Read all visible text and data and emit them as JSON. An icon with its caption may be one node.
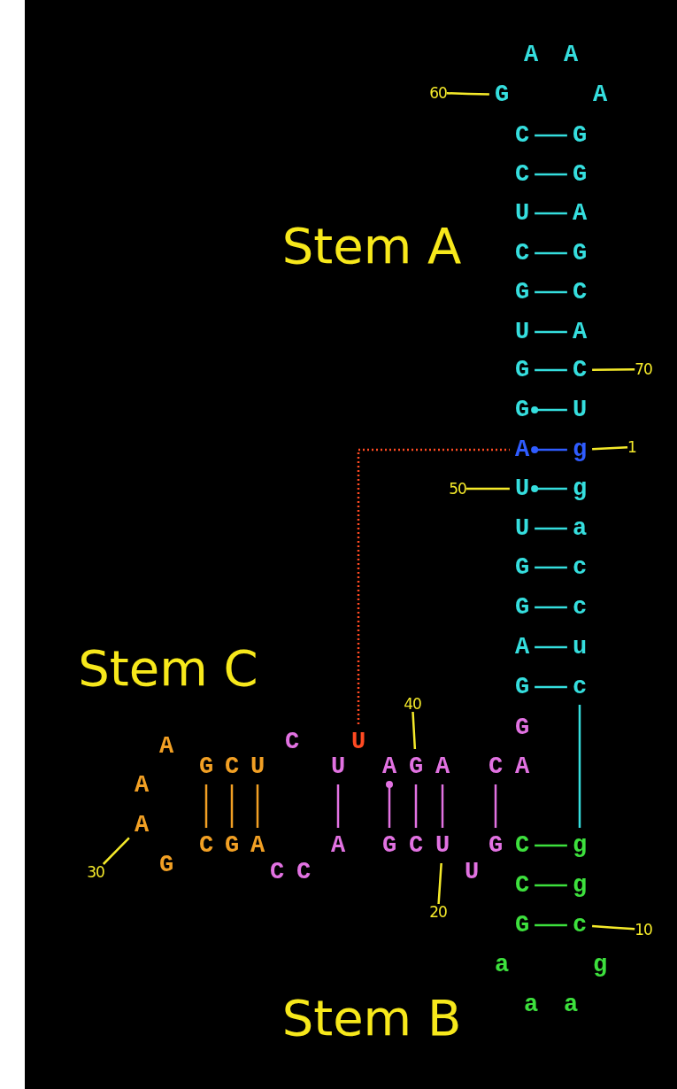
{
  "diagram": {
    "nodes": [
      {
        "text": [
          "A"
        ]
      },
      {
        "text": [
          "A"
        ]
      },
      {
        "text": [
          "60"
        ]
      },
      {
        "text": [
          "G"
        ]
      },
      {
        "text": [
          "A"
        ]
      },
      {
        "text": [
          "C"
        ]
      },
      {
        "text": [
          "G"
        ]
      },
      {
        "text": [
          "C"
        ]
      },
      {
        "text": [
          "G"
        ]
      },
      {
        "text": [
          "U"
        ]
      },
      {
        "text": [
          "A"
        ]
      },
      {
        "text": [
          "C"
        ]
      },
      {
        "text": [
          "G"
        ]
      },
      {
        "text": [
          "G"
        ]
      },
      {
        "text": [
          "C"
        ]
      },
      {
        "text": [
          "U"
        ]
      },
      {
        "text": [
          "A"
        ]
      },
      {
        "text": [
          "G"
        ]
      },
      {
        "text": [
          "C"
        ]
      },
      {
        "text": [
          "70"
        ]
      },
      {
        "text": [
          "G"
        ]
      },
      {
        "text": [
          "U"
        ]
      },
      {
        "text": [
          "A"
        ]
      },
      {
        "text": [
          "g"
        ]
      },
      {
        "text": [
          "1"
        ]
      },
      {
        "text": [
          "50"
        ]
      },
      {
        "text": [
          "U"
        ]
      },
      {
        "text": [
          "g"
        ]
      },
      {
        "text": [
          "U"
        ]
      },
      {
        "text": [
          "a"
        ]
      },
      {
        "text": [
          "G"
        ]
      },
      {
        "text": [
          "c"
        ]
      },
      {
        "text": [
          "G"
        ]
      },
      {
        "text": [
          "c"
        ]
      },
      {
        "text": [
          "A"
        ]
      },
      {
        "text": [
          "u"
        ]
      },
      {
        "text": [
          "G"
        ]
      },
      {
        "text": [
          "c"
        ]
      },
      {
        "text": [
          "40"
        ]
      },
      {
        "text": [
          "G"
        ]
      },
      {
        "text": [
          "A"
        ]
      },
      {
        "text": [
          "C"
        ]
      },
      {
        "text": [
          "U"
        ]
      },
      {
        "text": [
          "G"
        ]
      },
      {
        "text": [
          "C"
        ]
      },
      {
        "text": [
          "U"
        ]
      },
      {
        "text": [
          "U"
        ]
      },
      {
        "text": [
          "A"
        ]
      },
      {
        "text": [
          "G"
        ]
      },
      {
        "text": [
          "A"
        ]
      },
      {
        "text": [
          "C"
        ]
      },
      {
        "text": [
          "A"
        ]
      },
      {
        "text": [
          "A"
        ]
      },
      {
        "text": [
          "A"
        ]
      },
      {
        "text": [
          "C"
        ]
      },
      {
        "text": [
          "G"
        ]
      },
      {
        "text": [
          "A"
        ]
      },
      {
        "text": [
          "A"
        ]
      },
      {
        "text": [
          "G"
        ]
      },
      {
        "text": [
          "C"
        ]
      },
      {
        "text": [
          "U"
        ]
      },
      {
        "text": [
          "G"
        ]
      },
      {
        "text": [
          "C"
        ]
      },
      {
        "text": [
          "g"
        ]
      },
      {
        "text": [
          "G"
        ]
      },
      {
        "text": [
          "30"
        ]
      },
      {
        "text": [
          "C"
        ]
      },
      {
        "text": [
          "C"
        ]
      },
      {
        "text": [
          "U"
        ]
      },
      {
        "text": [
          "C"
        ]
      },
      {
        "text": [
          "g"
        ]
      },
      {
        "text": [
          "20"
        ]
      },
      {
        "text": [
          "G"
        ]
      },
      {
        "text": [
          "c"
        ]
      },
      {
        "text": [
          "10"
        ]
      },
      {
        "text": [
          "a"
        ]
      },
      {
        "text": [
          "g"
        ]
      },
      {
        "text": [
          "a"
        ]
      },
      {
        "text": [
          "a"
        ]
      }
    ],
    "edges": [
      {
        "from": 5,
        "to": 6,
        "arrow": "none"
      },
      {
        "from": 7,
        "to": 8,
        "arrow": "none"
      },
      {
        "from": 9,
        "to": 10,
        "arrow": "none"
      },
      {
        "from": 11,
        "to": 12,
        "arrow": "none"
      },
      {
        "from": 13,
        "to": 14,
        "arrow": "none"
      },
      {
        "from": 15,
        "to": 16,
        "arrow": "none"
      },
      {
        "from": 17,
        "to": 18,
        "arrow": "none"
      },
      {
        "from": 20,
        "to": 21,
        "arrow": "other"
      },
      {
        "from": 22,
        "to": 23,
        "arrow": "other",
        "color": "#2f5cff"
      },
      {
        "from": 26,
        "to": 27,
        "arrow": "other"
      },
      {
        "from": 28,
        "to": 29,
        "arrow": "none"
      },
      {
        "from": 30,
        "to": 31,
        "arrow": "none"
      },
      {
        "from": 32,
        "to": 33,
        "arrow": "none"
      },
      {
        "from": 34,
        "to": 35,
        "arrow": "none"
      },
      {
        "from": 36,
        "to": 37,
        "arrow": "none"
      },
      {
        "from": 37,
        "to": 63,
        "arrow": "none"
      },
      {
        "from": 62,
        "to": 63,
        "arrow": "none",
        "color": "#3de03d"
      },
      {
        "from": 69,
        "to": 70,
        "arrow": "none",
        "color": "#3de03d"
      },
      {
        "from": 72,
        "to": 73,
        "arrow": "none",
        "color": "#3de03d"
      },
      {
        "from": 43,
        "to": 54,
        "arrow": "none",
        "color": "#f2a024"
      },
      {
        "from": 44,
        "to": 55,
        "arrow": "none",
        "color": "#f2a024"
      },
      {
        "from": 45,
        "to": 56,
        "arrow": "none",
        "color": "#f2a024"
      },
      {
        "from": 46,
        "to": 57,
        "arrow": "none",
        "color": "#e272e2"
      },
      {
        "from": 47,
        "to": 58,
        "arrow": "other",
        "color": "#e272e2"
      },
      {
        "from": 48,
        "to": 59,
        "arrow": "none",
        "color": "#e272e2"
      },
      {
        "from": 49,
        "to": 60,
        "arrow": "none",
        "color": "#e272e2"
      },
      {
        "from": 50,
        "to": 61,
        "arrow": "none",
        "color": "#e272e2"
      },
      {
        "from": 42,
        "to": 22,
        "arrow": "none",
        "style": "dashed",
        "color": "#ff4a22"
      },
      {
        "from": 2,
        "to": 3,
        "arrow": "none",
        "color": "#f5ea2a"
      },
      {
        "from": 19,
        "to": 18,
        "arrow": "none",
        "color": "#f5ea2a"
      },
      {
        "from": 24,
        "to": 23,
        "arrow": "none",
        "color": "#f5ea2a"
      },
      {
        "from": 25,
        "to": 26,
        "arrow": "none",
        "color": "#f5ea2a"
      },
      {
        "from": 38,
        "to": 48,
        "arrow": "none",
        "color": "#f5ea2a"
      },
      {
        "from": 65,
        "to": 53,
        "arrow": "none",
        "color": "#f5ea2a"
      },
      {
        "from": 71,
        "to": 60,
        "arrow": "none",
        "color": "#f5ea2a"
      },
      {
        "from": 74,
        "to": 73,
        "arrow": "none",
        "color": "#f5ea2a"
      }
    ],
    "labels": [
      "Stem A",
      "Stem C",
      "Stem B"
    ]
  }
}
